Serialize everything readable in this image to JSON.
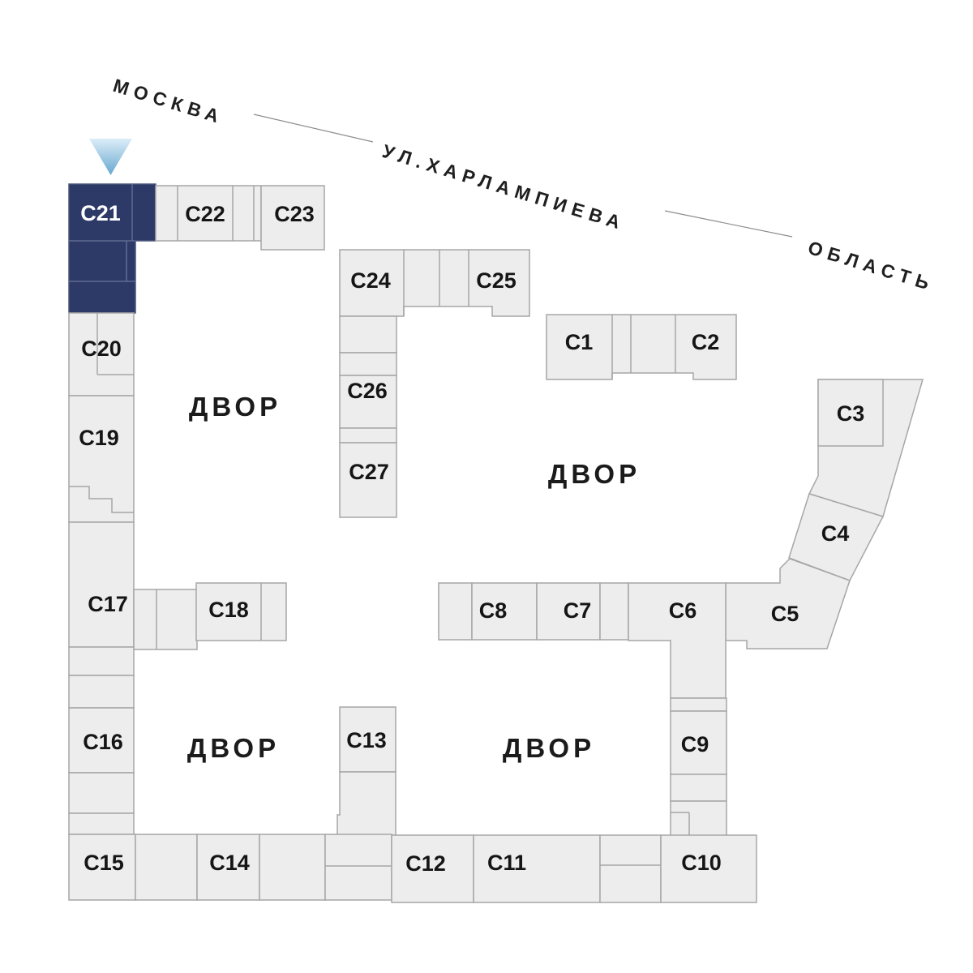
{
  "selected_building": "С21",
  "colors": {
    "accent": "#2D3A68",
    "block_fill": "#EDEDED",
    "block_border": "#A6A6A6",
    "marker_blue_top": "#DCEDF8",
    "marker_blue_bottom": "#67A8CF"
  },
  "streets": [
    {
      "label": "МОСКВА"
    },
    {
      "label": "УЛ.ХАРЛАМПИЕВА"
    },
    {
      "label": "ОБЛАСТЬ"
    }
  ],
  "courtyards": [
    {
      "label": "ДВОР"
    },
    {
      "label": "ДВОР"
    },
    {
      "label": "ДВОР"
    },
    {
      "label": "ДВОР"
    }
  ],
  "buildings": [
    {
      "id": "c1",
      "label": "С1",
      "selected": false
    },
    {
      "id": "c2",
      "label": "С2",
      "selected": false
    },
    {
      "id": "c3",
      "label": "С3",
      "selected": false
    },
    {
      "id": "c4",
      "label": "С4",
      "selected": false
    },
    {
      "id": "c5",
      "label": "С5",
      "selected": false
    },
    {
      "id": "c6",
      "label": "С6",
      "selected": false
    },
    {
      "id": "c7",
      "label": "С7",
      "selected": false
    },
    {
      "id": "c8",
      "label": "С8",
      "selected": false
    },
    {
      "id": "c9",
      "label": "С9",
      "selected": false
    },
    {
      "id": "c10",
      "label": "С10",
      "selected": false
    },
    {
      "id": "c11",
      "label": "С11",
      "selected": false
    },
    {
      "id": "c12",
      "label": "С12",
      "selected": false
    },
    {
      "id": "c13",
      "label": "С13",
      "selected": false
    },
    {
      "id": "c14",
      "label": "С14",
      "selected": false
    },
    {
      "id": "c15",
      "label": "С15",
      "selected": false
    },
    {
      "id": "c16",
      "label": "С16",
      "selected": false
    },
    {
      "id": "c17",
      "label": "С17",
      "selected": false
    },
    {
      "id": "c18",
      "label": "С18",
      "selected": false
    },
    {
      "id": "c19",
      "label": "С19",
      "selected": false
    },
    {
      "id": "c20",
      "label": "С20",
      "selected": false
    },
    {
      "id": "c21",
      "label": "С21",
      "selected": true
    },
    {
      "id": "c22",
      "label": "С22",
      "selected": false
    },
    {
      "id": "c23",
      "label": "С23",
      "selected": false
    },
    {
      "id": "c24",
      "label": "С24",
      "selected": false
    },
    {
      "id": "c25",
      "label": "С25",
      "selected": false
    },
    {
      "id": "c26",
      "label": "С26",
      "selected": false
    },
    {
      "id": "c27",
      "label": "С27",
      "selected": false
    }
  ]
}
